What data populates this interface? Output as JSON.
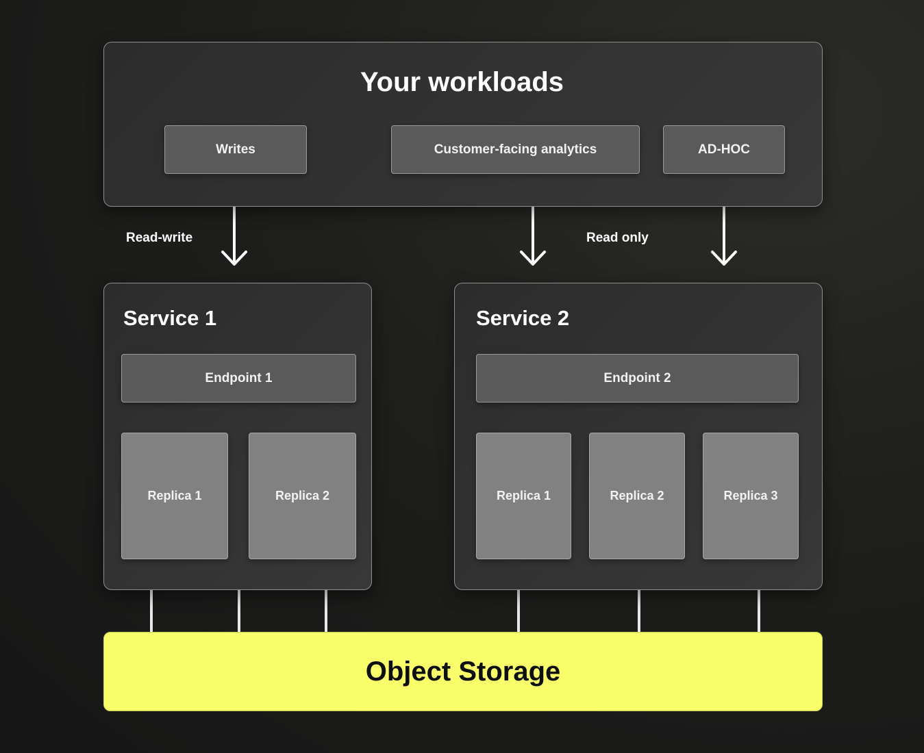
{
  "workloads": {
    "title": "Your workloads",
    "items": [
      "Writes",
      "Customer-facing analytics",
      "AD-HOC"
    ]
  },
  "edges": {
    "read_write": "Read-write",
    "read_only": "Read only"
  },
  "services": [
    {
      "title": "Service 1",
      "endpoint": "Endpoint 1",
      "replicas": [
        "Replica 1",
        "Replica 2"
      ]
    },
    {
      "title": "Service 2",
      "endpoint": "Endpoint 2",
      "replicas": [
        "Replica 1",
        "Replica 2",
        "Replica 3"
      ]
    }
  ],
  "storage": {
    "label": "Object Storage"
  },
  "colors": {
    "storage": "#f8ff6a",
    "panel": "#333333",
    "box": "#5a5a5a",
    "replica": "#818181"
  }
}
